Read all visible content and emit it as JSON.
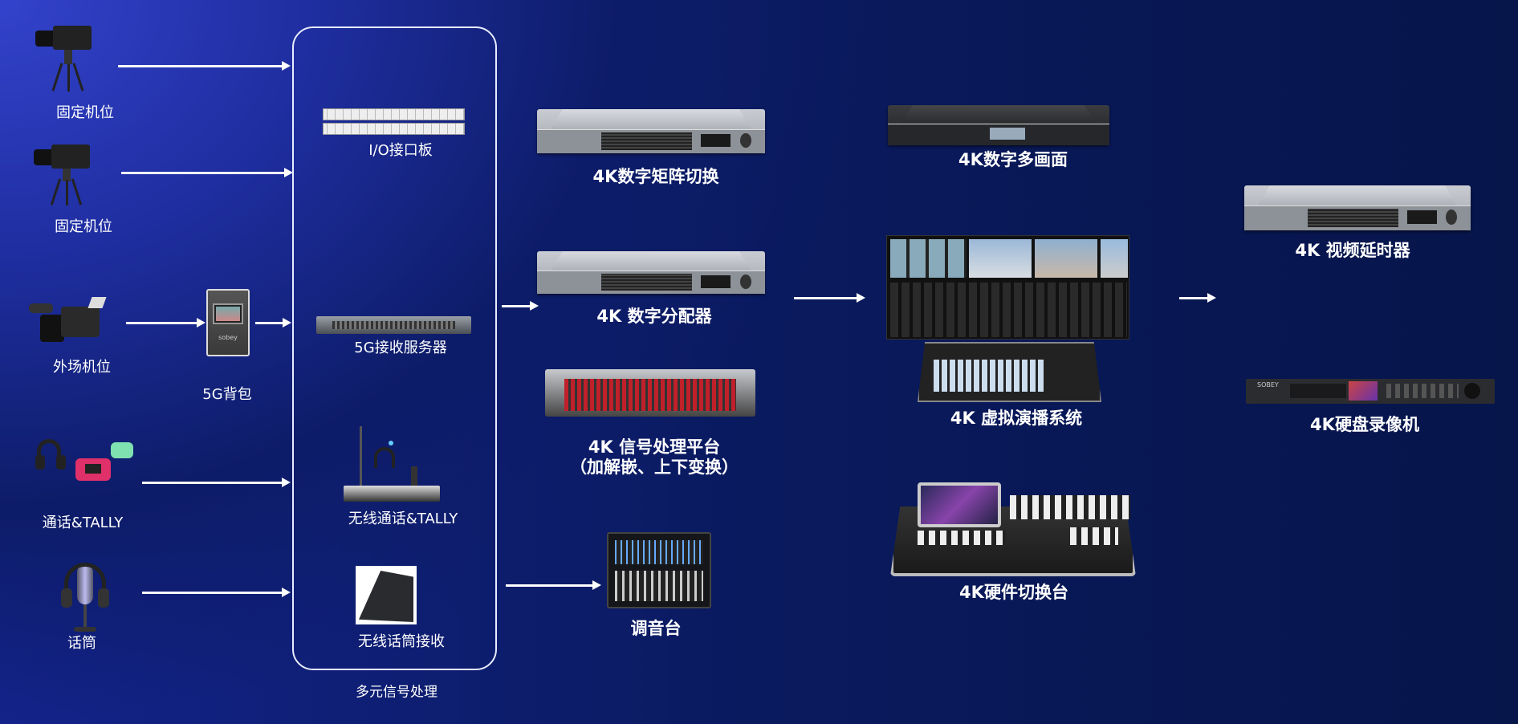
{
  "sources": {
    "camera1": "固定机位",
    "camera2": "固定机位",
    "field_camera": "外场机位",
    "backpack": "5G背包",
    "intercom": "通话&TALLY",
    "microphone": "话筒"
  },
  "processing": {
    "title": "多元信号处理",
    "io_panel": "I/O接口板",
    "server_5g": "5G接收服务器",
    "wireless_tally": "无线通话&TALLY",
    "mic_receiver": "无线话筒接收"
  },
  "distribution": {
    "matrix": "4K数字矩阵切换",
    "distributor": "4K 数字分配器",
    "platform_line1": "4K 信号处理平台",
    "platform_line2": "（加解嵌、上下变换）",
    "mixer": "调音台"
  },
  "production": {
    "multiview": "4K数字多画面",
    "virtual": "4K 虚拟演播系统",
    "hw_switcher": "4K硬件切换台"
  },
  "output": {
    "delay": "4K 视频延时器",
    "recorder": "4K硬盘录像机"
  },
  "device_text": {
    "backpack_brand": "sobey",
    "recorder_brand": "SOBEY"
  },
  "colors": {
    "arrow": "#ffffff",
    "bg_light": "#3343cc",
    "bg_dark": "#06154a"
  }
}
